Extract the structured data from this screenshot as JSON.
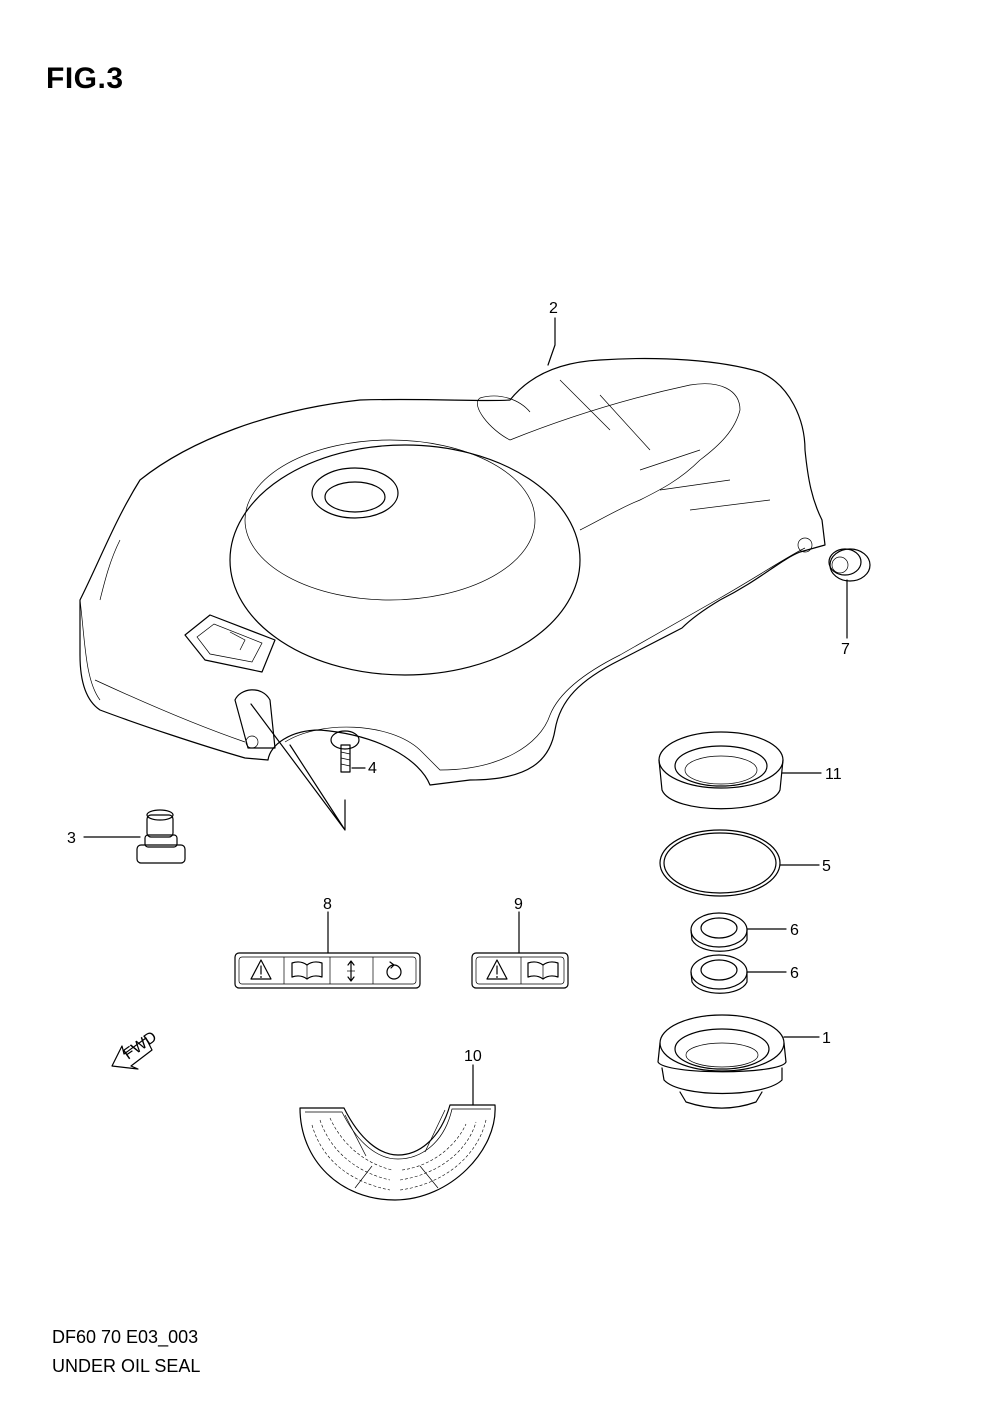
{
  "figure": {
    "title": "FIG.3"
  },
  "footer": {
    "code": "DF60 70 E03_003",
    "name": "UNDER OIL SEAL"
  },
  "callouts": {
    "c1": "1",
    "c2": "2",
    "c3": "3",
    "c4": "4",
    "c5": "5",
    "c6a": "6",
    "c6b": "6",
    "c7": "7",
    "c8": "8",
    "c9": "9",
    "c10": "10",
    "c11": "11"
  },
  "fwd_label": "FWD",
  "icons": [
    "warning-triangle-icon",
    "manual-book-icon",
    "up-down-arrow-icon",
    "rotation-icon"
  ]
}
